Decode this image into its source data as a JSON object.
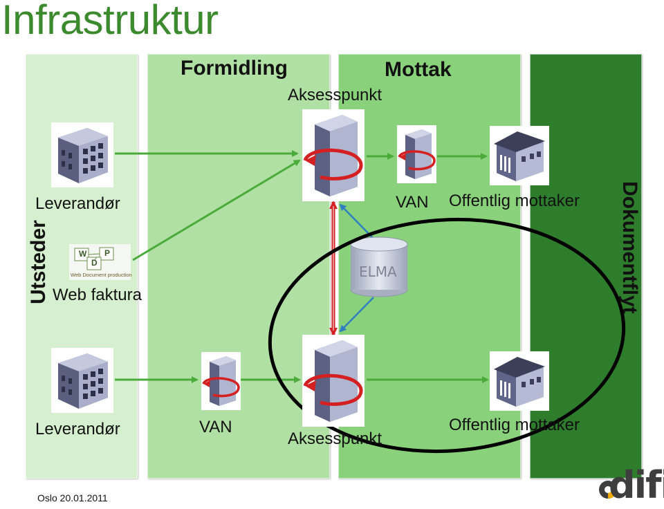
{
  "title": "Infrastruktur",
  "columns": {
    "formidling": "Formidling",
    "mottak": "Mottak"
  },
  "side_labels": {
    "left": "Utsteder",
    "right": "Dokumentflyt"
  },
  "labels": {
    "aksesspunkt_top": "Aksesspunkt",
    "aksesspunkt_bottom": "Aksesspunkt",
    "leverandor_top": "Leverandør",
    "leverandor_bottom": "Leverandør",
    "web_faktura": "Web faktura",
    "van_top": "VAN",
    "van_bottom": "VAN",
    "offentlig_top": "Offentlig mottaker",
    "offentlig_bottom": "Offentlig mottaker",
    "elma": "ELMA",
    "wdp_caption": "Web Document production",
    "wdp_letters": [
      "W",
      "P",
      "D"
    ]
  },
  "footer": {
    "date": "Oslo 20.01.2011"
  },
  "logo": {
    "text": "difi"
  },
  "colors": {
    "col1": "#d6efcf",
    "col2": "#b0e0a3",
    "col3": "#8ad17b",
    "col4": "#2e7d2c",
    "arrow_green": "#4aab3a",
    "arrow_blue": "#2f7fc0",
    "arrow_red": "#d42020",
    "title": "#3c8a2e"
  }
}
